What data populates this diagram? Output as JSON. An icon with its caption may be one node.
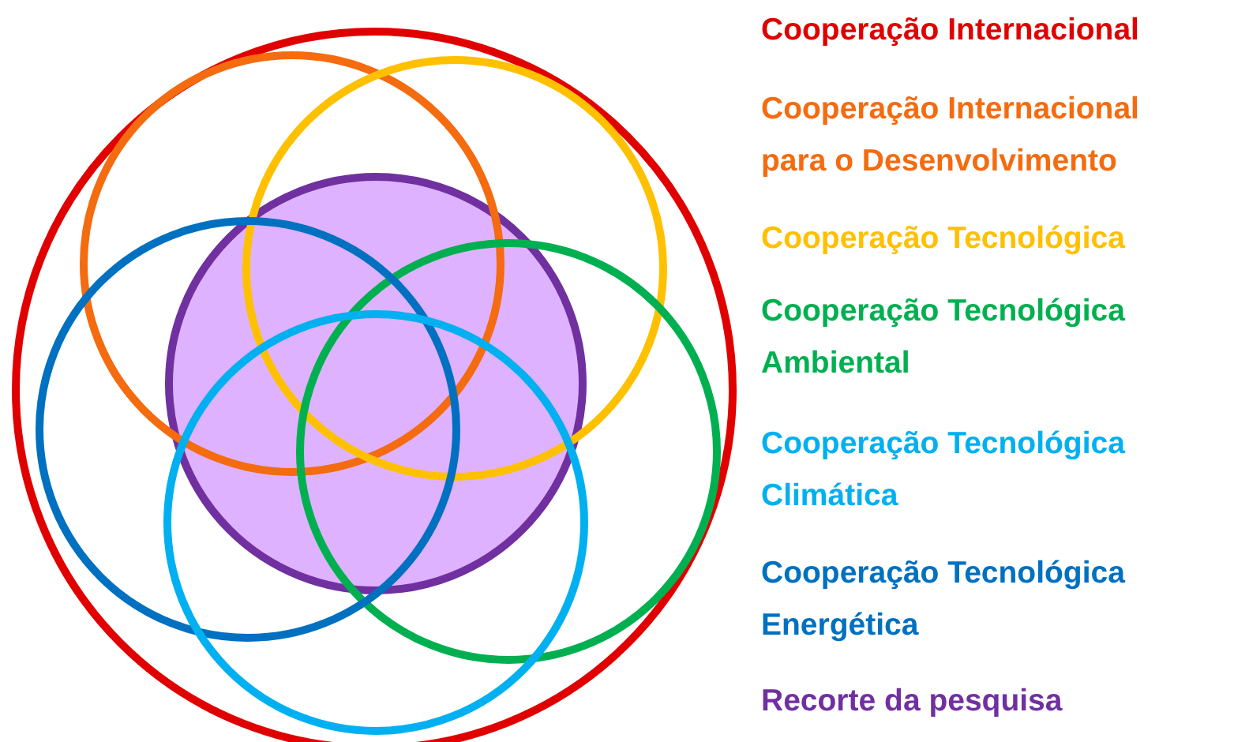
{
  "diagram": {
    "legend": [
      {
        "text": "Cooperação Internacional",
        "color": "#e00000"
      },
      {
        "text": "Cooperação Internacional para o Desenvolvimento",
        "color": "#f46b10"
      },
      {
        "text": "Cooperação Tecnológica",
        "color": "#ffc000"
      },
      {
        "text": "Cooperação Tecnológica Ambiental",
        "color": "#00b050"
      },
      {
        "text": "Cooperação Tecnológica Climática",
        "color": "#00b0f0"
      },
      {
        "text": "Cooperação Tecnológica Energética",
        "color": "#0070c0"
      },
      {
        "text": "Recorte da pesquisa",
        "color": "#7030a0"
      }
    ]
  }
}
